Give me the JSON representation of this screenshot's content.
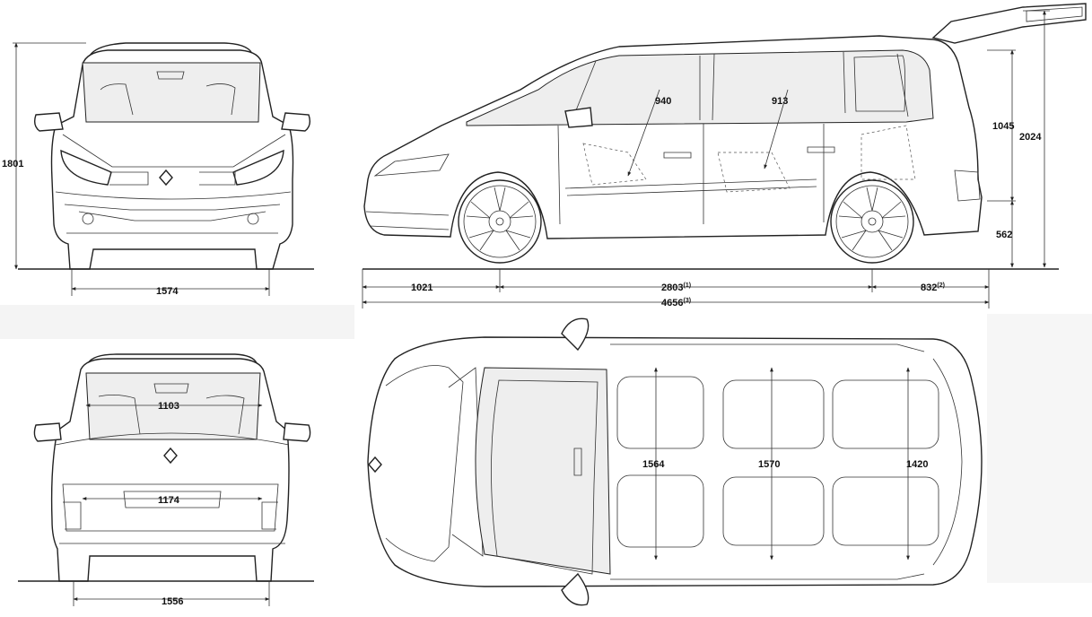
{
  "dimensions": {
    "front_height": "1801",
    "front_track": "1574",
    "rear_track": "1556",
    "rear_window_width": "1103",
    "tailgate_opening_width": "1174",
    "front_overhang": "1021",
    "wheelbase": "2803",
    "wheelbase_note": "(1)",
    "rear_overhang": "832",
    "rear_overhang_note": "(2)",
    "overall_length": "4656",
    "overall_length_note": "(3)",
    "front_headroom": "940",
    "rear_headroom": "913",
    "tailgate_open_height": "2024",
    "rear_sill_to_roof": "1045",
    "load_sill_height": "562",
    "front_elbow_width": "1564",
    "middle_elbow_width": "1570",
    "rear_elbow_width": "1420"
  }
}
